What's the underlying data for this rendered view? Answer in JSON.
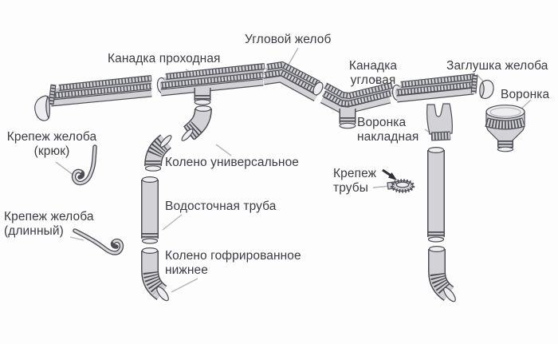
{
  "diagram": {
    "labels": {
      "corner_gutter": "Угловой желоб",
      "gutter_straight": "Канадка проходная",
      "gutter_corner": "Канадка угловая",
      "gutter_end_cap": "Заглушка желоба",
      "funnel": "Воронка",
      "funnel_overlay": "Воронка накладная",
      "gutter_bracket_hook": "Крепеж желоба (крюк)",
      "elbow_universal": "Колено универсальное",
      "pipe_clamp": "Крепеж трубы",
      "gutter_bracket_long": "Крепеж желоба (длинный)",
      "downpipe": "Водосточная труба",
      "elbow_corrugated_bottom": "Колено гофрированное нижнее"
    },
    "colors": {
      "background": "#fdfdfd",
      "part_fill": "#d3d3d7",
      "part_face": "#eeeef0",
      "outline": "#4d4d55",
      "leader_line": "#b4b4b9",
      "text": "#3b3b42"
    }
  }
}
